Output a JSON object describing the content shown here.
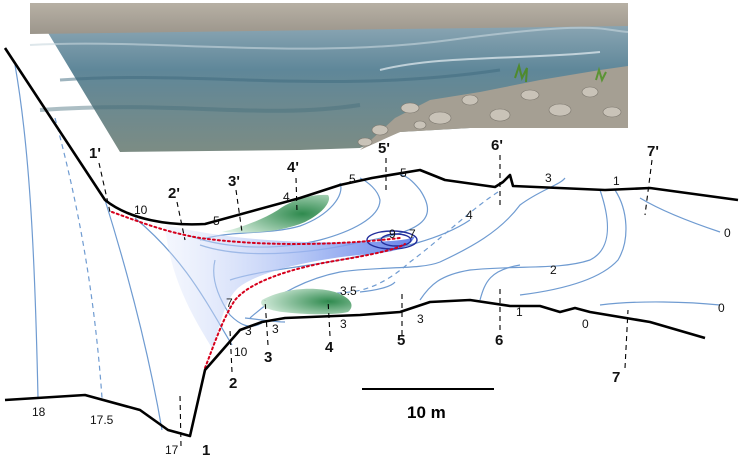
{
  "photo": {
    "description_icon": "river-photo"
  },
  "sections": {
    "right_bank": [
      "1'",
      "2'",
      "3'",
      "4'",
      "5'",
      "6'",
      "7'"
    ],
    "left_bank": [
      "1",
      "2",
      "3",
      "4",
      "5",
      "6",
      "7"
    ]
  },
  "contour_labels": {
    "c18": "18",
    "c17_5": "17.5",
    "c17": "17",
    "c10a": "10",
    "c10b": "10",
    "c7a": "7",
    "c7b": "7",
    "c9": "9",
    "c5a": "5",
    "c5b": "5",
    "c5c": "5",
    "c4a": "4",
    "c4b": "4",
    "c3_5": "3.5",
    "c3a": "3",
    "c3b": "3",
    "c3c": "3",
    "c3d": "3",
    "c2": "2",
    "c1a": "1",
    "c1b": "1",
    "c0a": "0",
    "c0b": "0",
    "c0c": "0"
  },
  "scale_bar": {
    "label": "10 m",
    "length_m": 10
  },
  "colors": {
    "contour": "#6f9bd1",
    "pool": "#4f6fe6",
    "bar": "#2f8a4e",
    "thalweg": "#d6001c",
    "bank": "#000000"
  }
}
